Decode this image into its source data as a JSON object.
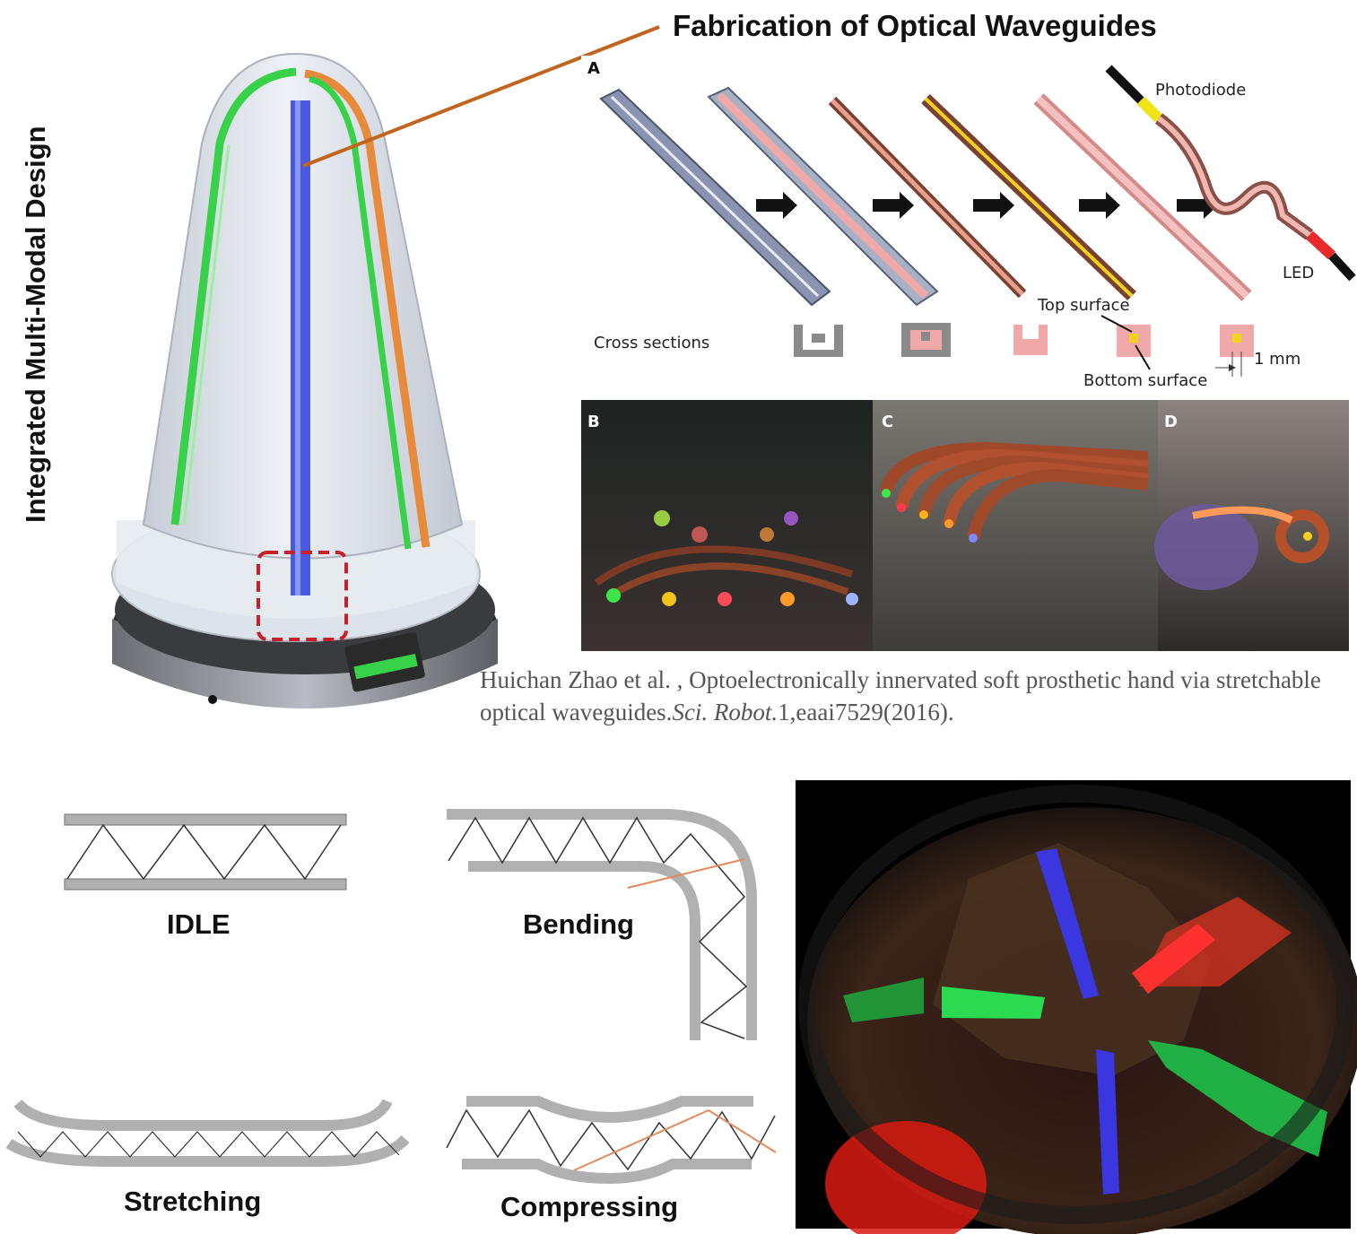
{
  "title": "Fabrication of Optical Waveguides",
  "side_title": "Integrated Multi-Modal Design",
  "panel_a": {
    "letter": "A",
    "labels": {
      "photodiode": "Photodiode",
      "led": "LED",
      "top_surface": "Top surface",
      "bottom_surface": "Bottom surface",
      "cross_sections": "Cross sections",
      "scale": "1 mm"
    }
  },
  "photo_panels": [
    "B",
    "C",
    "D"
  ],
  "citation": {
    "prefix": "Huichan Zhao et al. , Optoelectronically innervated soft prosthetic hand via stretchable optical waveguides.",
    "journal": "Sci. Robot.",
    "suffix": "1,eaai7529(2016)."
  },
  "modes": {
    "idle": "IDLE",
    "bending": "Bending",
    "stretching": "Stretching",
    "compressing": "Compressing"
  },
  "colors": {
    "leader_line": "#c0641e",
    "waveguide_blue": "#4a5ae0",
    "waveguide_green": "#38d24a",
    "waveguide_orange": "#e88a3c",
    "highlight_box": "#c8202a",
    "waveguide_pink": "#f0a8a8",
    "core_yellow": "#f2d21a"
  }
}
